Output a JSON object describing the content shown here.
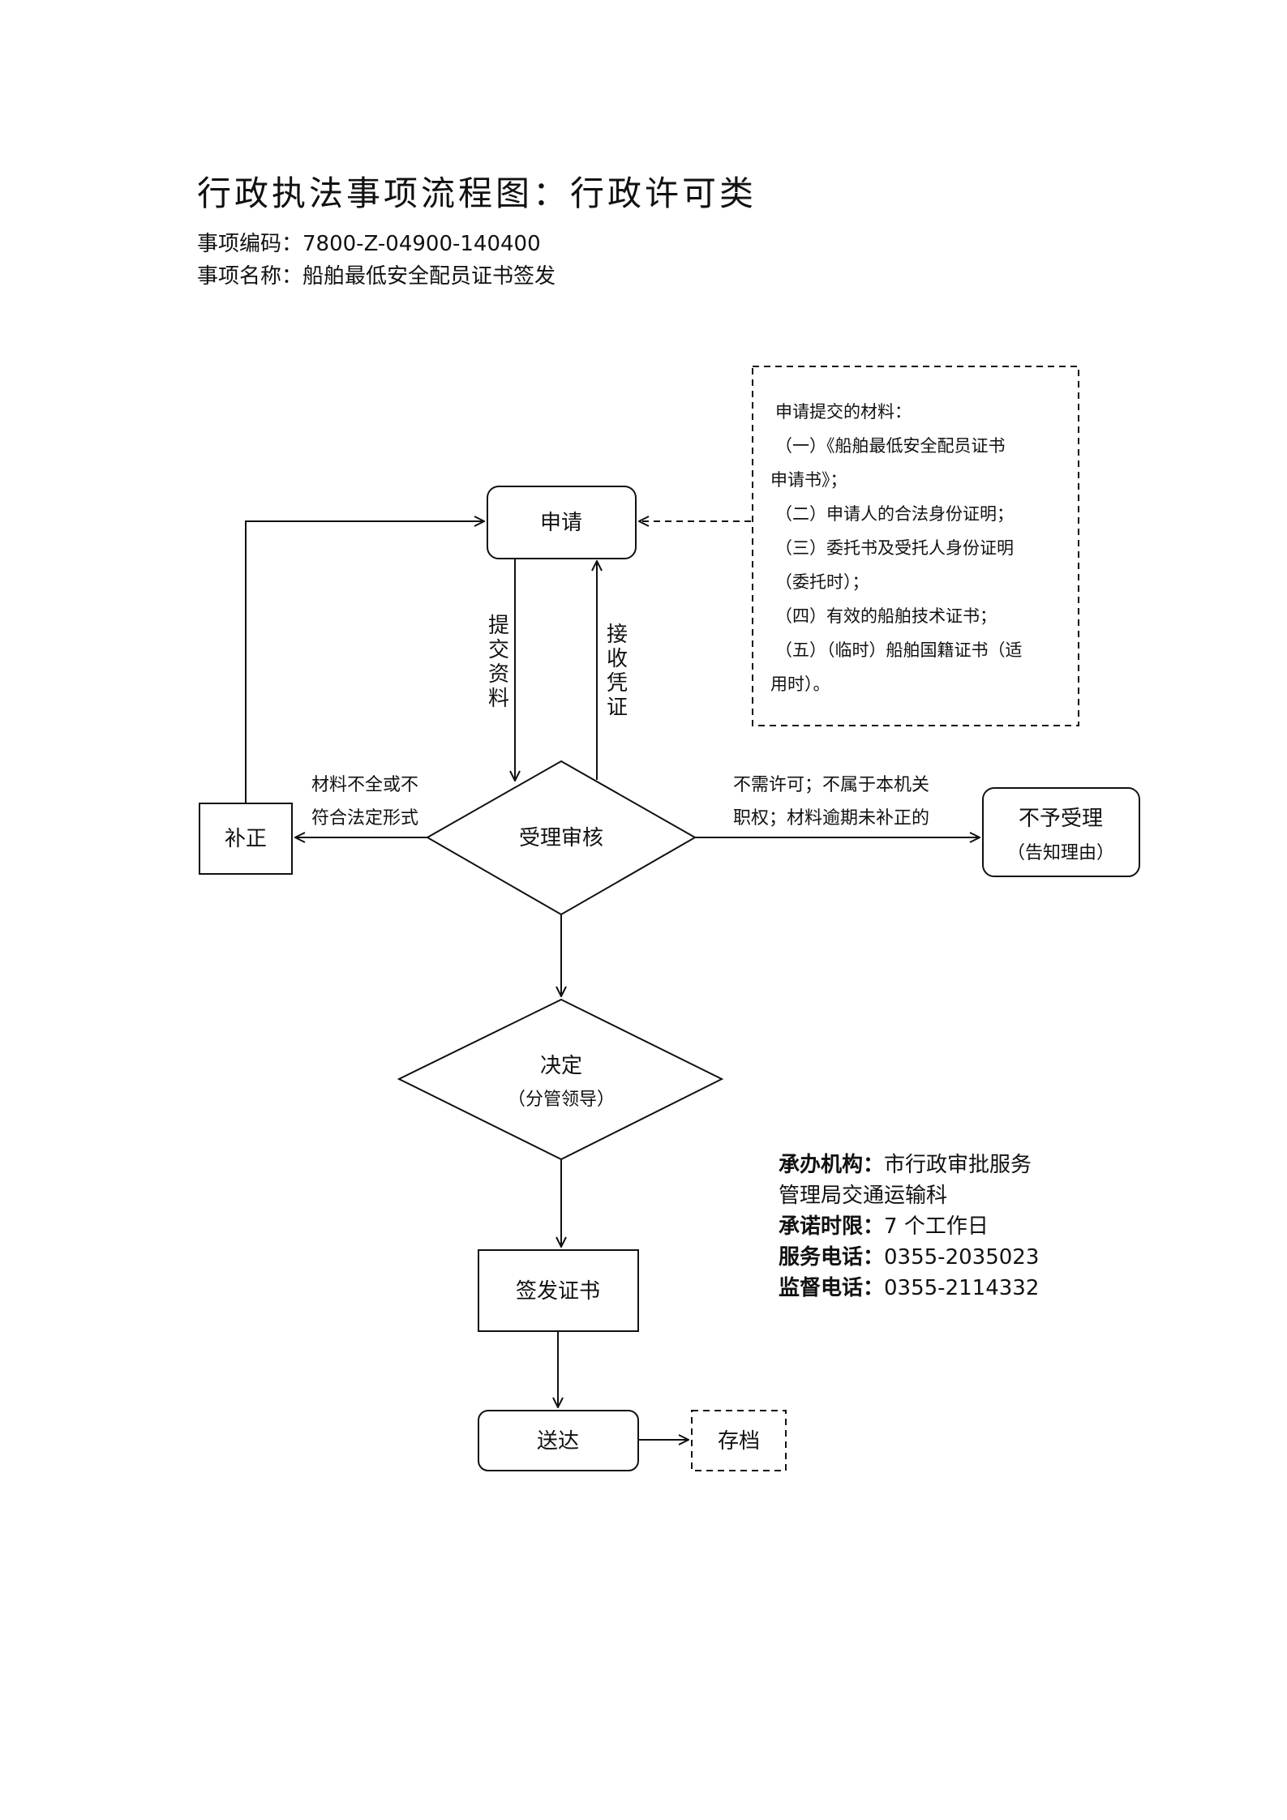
{
  "header": {
    "title": "行政执法事项流程图：行政许可类",
    "code_label": "事项编码：",
    "code_value": "7800-Z-04900-140400",
    "name_label": "事项名称：",
    "name_value": "船舶最低安全配员证书签发"
  },
  "materials": {
    "title": "申请提交的材料：",
    "lines": [
      "（一）《船舶最低安全配员证书",
      "申请书》；",
      "（二）申请人的合法身份证明；",
      "（三）委托书及受托人身份证明",
      "（委托时）；",
      "（四）有效的船舶技术证书；",
      "（五）（临时）船舶国籍证书（适",
      "用时）。"
    ]
  },
  "nodes": {
    "apply": "申请",
    "review": "受理审核",
    "correct": "补正",
    "reject_line1": "不予受理",
    "reject_line2": "（告知理由）",
    "decide_line1": "决定",
    "decide_line2": "（分管领导）",
    "issue": "签发证书",
    "deliver": "送达",
    "archive": "存档"
  },
  "edges": {
    "submit": "提交资料",
    "receipt": "接收凭证",
    "incomplete_line1": "材料不全或不",
    "incomplete_line2": "符合法定形式",
    "no_permit_line1": "不需许可；不属于本机关",
    "no_permit_line2": "职权；材料逾期未补正的"
  },
  "info": {
    "org_label": "承办机构：",
    "org_value_line1": "市行政审批服务",
    "org_value_line2": "管理局交通运输科",
    "limit_label": "承诺时限：",
    "limit_value": "7 个工作日",
    "service_label": "服务电话：",
    "service_value": "0355-2035023",
    "supervise_label": "监督电话：",
    "supervise_value": "0355-2114332"
  }
}
